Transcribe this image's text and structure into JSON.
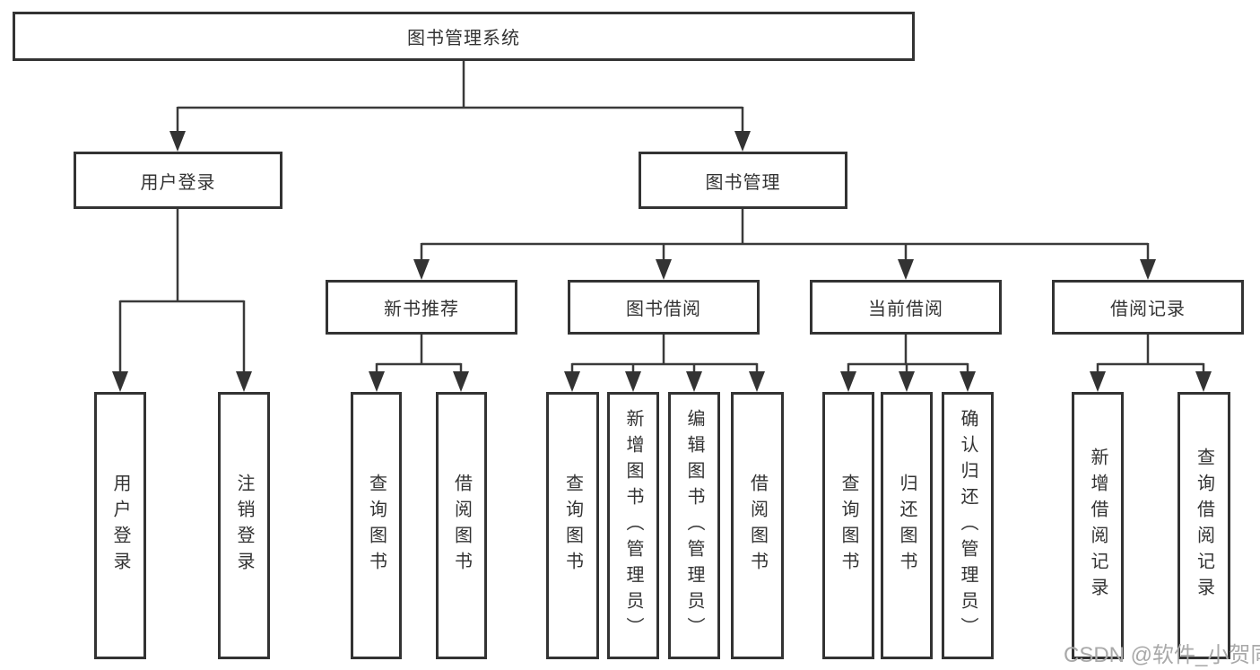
{
  "tree": {
    "label": "图书管理系统",
    "children": [
      {
        "label": "用户登录",
        "children": [
          {
            "label": "用户登录"
          },
          {
            "label": "注销登录"
          }
        ]
      },
      {
        "label": "图书管理",
        "children": [
          {
            "label": "新书推荐",
            "children": [
              {
                "label": "查询图书"
              },
              {
                "label": "借阅图书"
              }
            ]
          },
          {
            "label": "图书借阅",
            "children": [
              {
                "label": "查询图书"
              },
              {
                "label": "新增图书（管理员）"
              },
              {
                "label": "编辑图书（管理员）"
              },
              {
                "label": "借阅图书"
              }
            ]
          },
          {
            "label": "当前借阅",
            "children": [
              {
                "label": "查询图书"
              },
              {
                "label": "归还图书"
              },
              {
                "label": "确认归还（管理员）"
              }
            ]
          },
          {
            "label": "借阅记录",
            "children": [
              {
                "label": "新增借阅记录"
              },
              {
                "label": "查询借阅记录"
              }
            ]
          }
        ]
      }
    ]
  },
  "watermark": {
    "text": "CSDN @软件_小贺同学"
  },
  "colors": {
    "line": "#3a3a3a",
    "box_border": "#333333",
    "text": "#333333",
    "watermark": "#a9a9a9",
    "background": "#ffffff"
  }
}
